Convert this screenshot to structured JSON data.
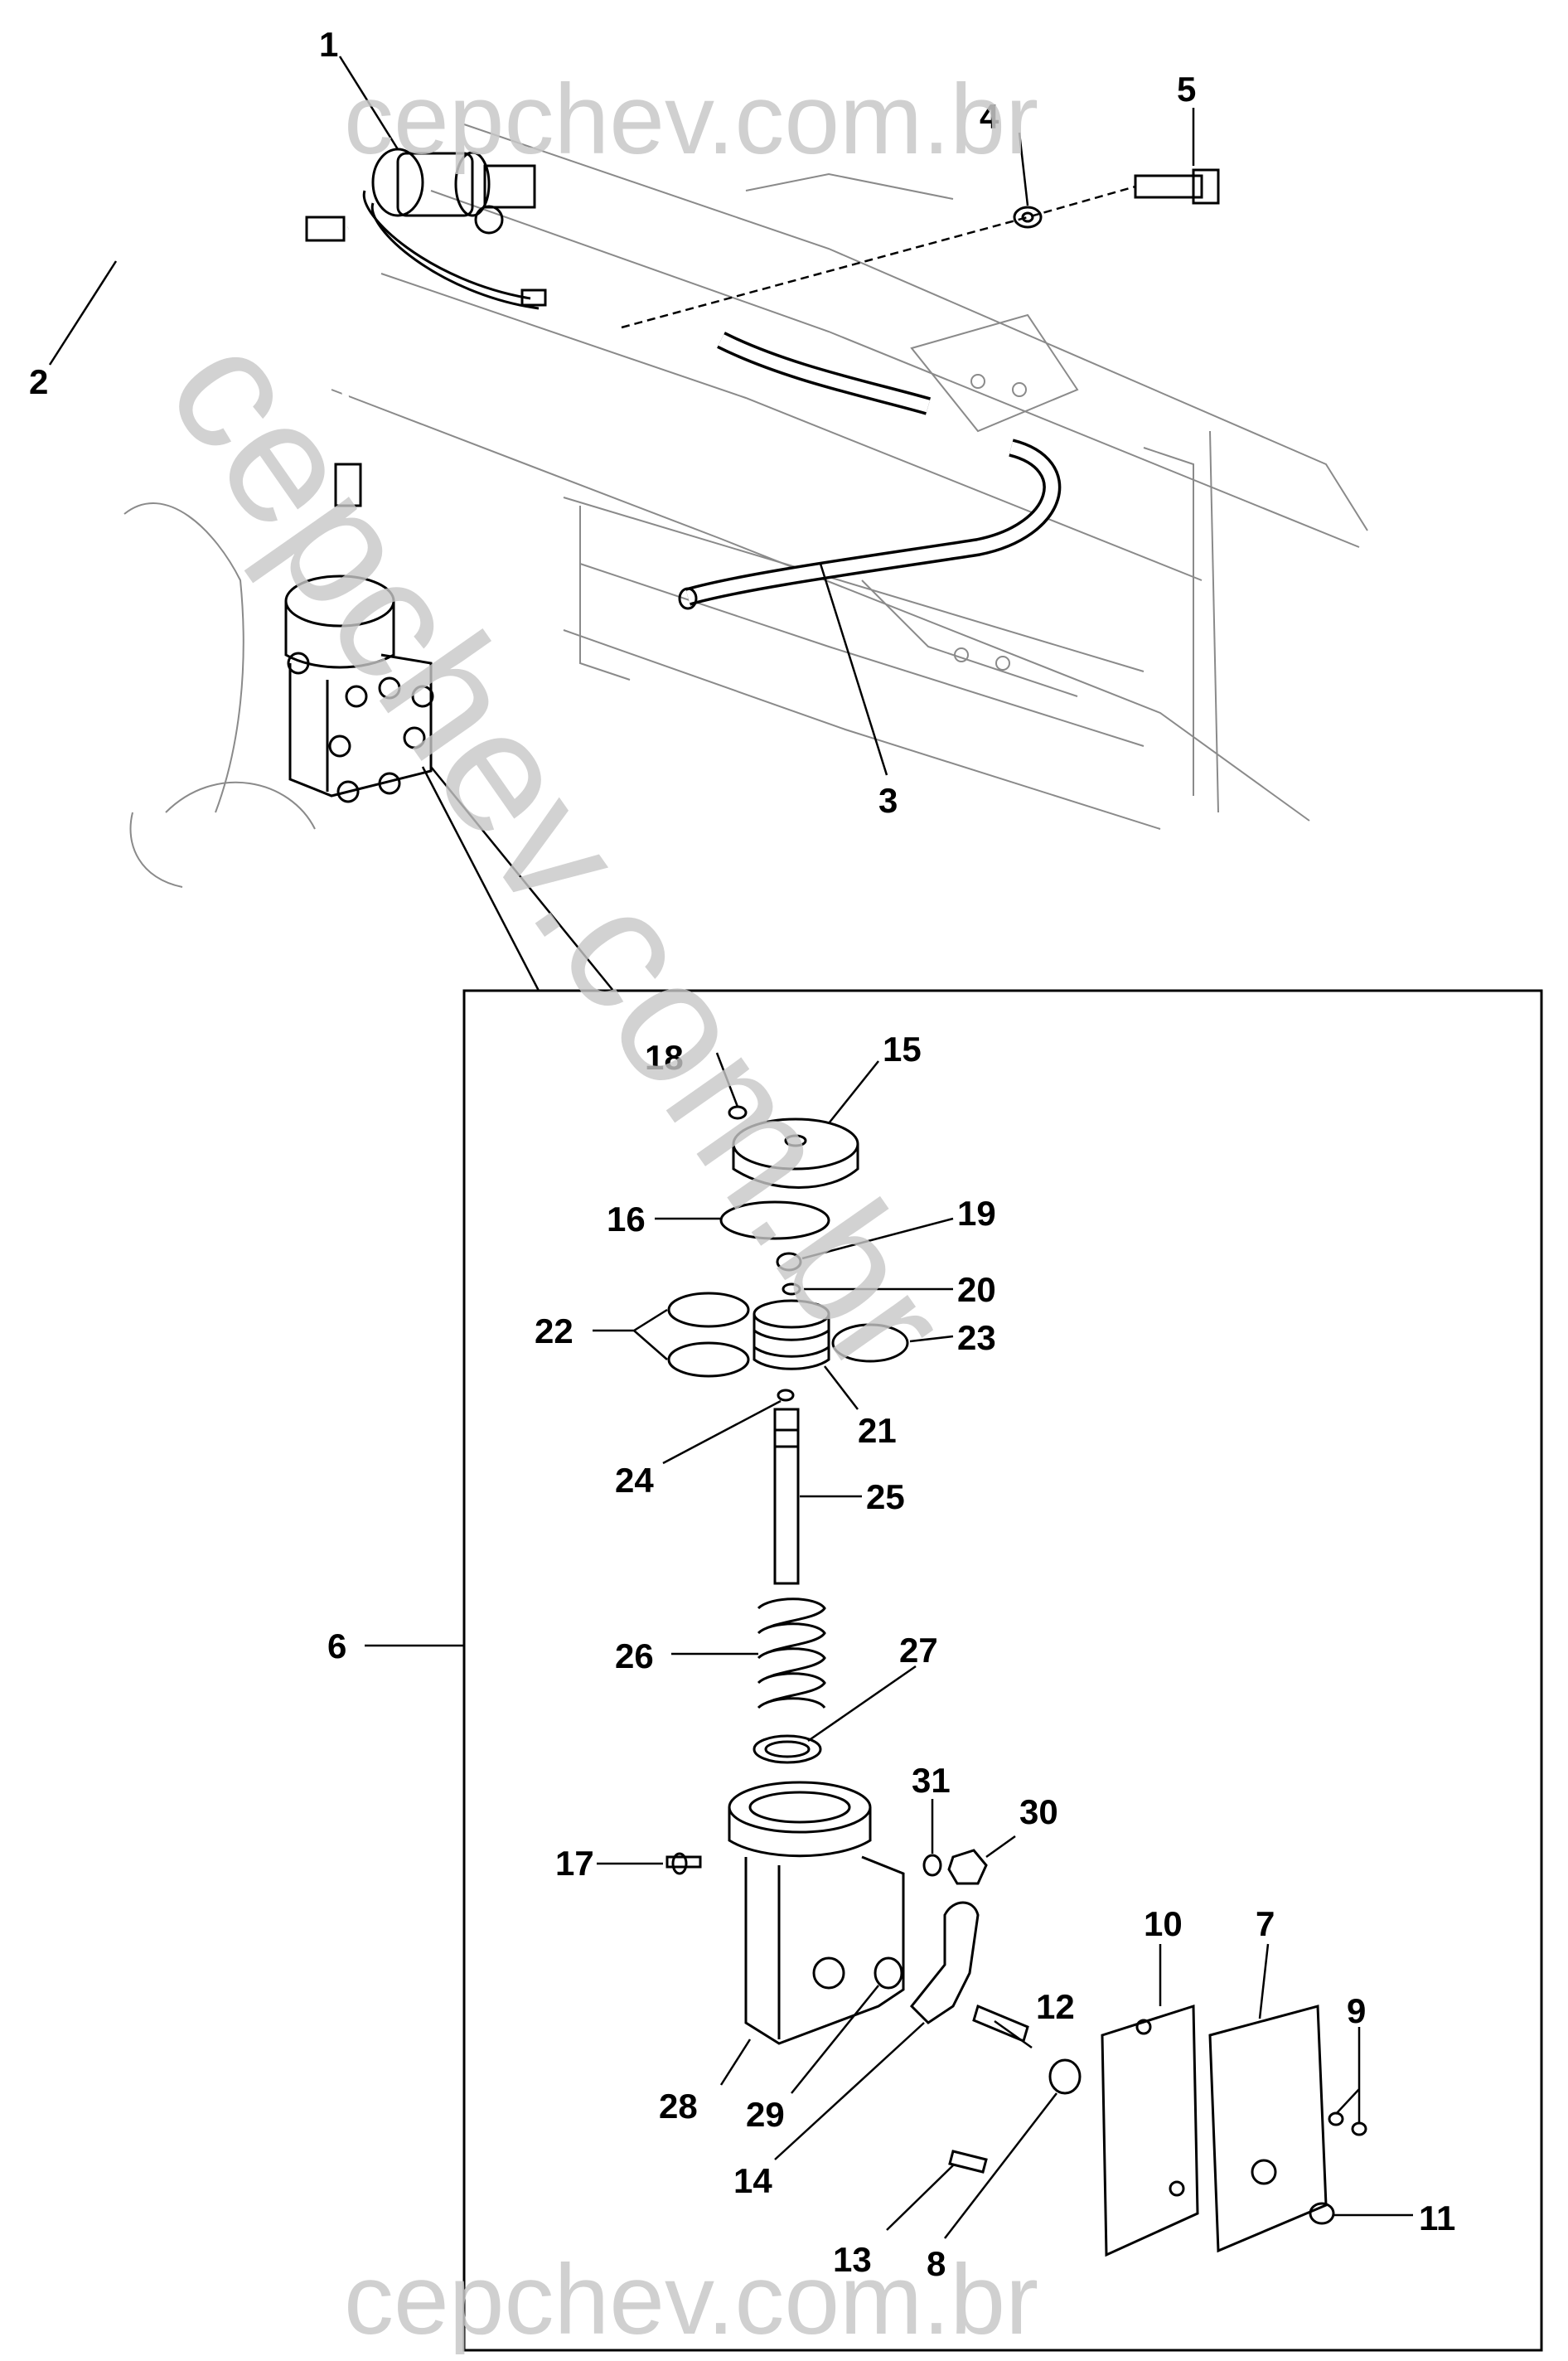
{
  "watermark": {
    "top": "cepchev.com.br",
    "bottom": "cepchev.com.br",
    "diagonal": "cepchev.com.br",
    "color": "#c8c8c8"
  },
  "callouts": [
    {
      "num": "1"
    },
    {
      "num": "2"
    },
    {
      "num": "3"
    },
    {
      "num": "4"
    },
    {
      "num": "5"
    },
    {
      "num": "6"
    },
    {
      "num": "7"
    },
    {
      "num": "8"
    },
    {
      "num": "9"
    },
    {
      "num": "10"
    },
    {
      "num": "11"
    },
    {
      "num": "12"
    },
    {
      "num": "13"
    },
    {
      "num": "14"
    },
    {
      "num": "15"
    },
    {
      "num": "16"
    },
    {
      "num": "17"
    },
    {
      "num": "18"
    },
    {
      "num": "19"
    },
    {
      "num": "20"
    },
    {
      "num": "21"
    },
    {
      "num": "22"
    },
    {
      "num": "23"
    },
    {
      "num": "24"
    },
    {
      "num": "25"
    },
    {
      "num": "26"
    },
    {
      "num": "27"
    },
    {
      "num": "28"
    },
    {
      "num": "29"
    },
    {
      "num": "30"
    },
    {
      "num": "31"
    }
  ]
}
